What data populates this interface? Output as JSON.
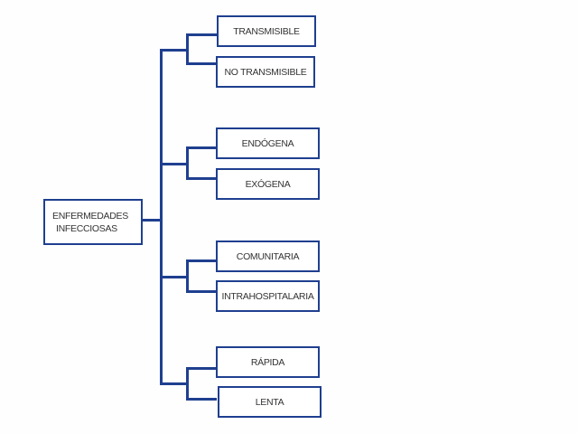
{
  "root": {
    "line1": "ENFERMEDADES",
    "line2": "INFECCIOSAS"
  },
  "groups": [
    {
      "children": [
        "TRANSMISIBLE",
        "NO TRANSMISIBLE"
      ]
    },
    {
      "children": [
        "ENDÓGENA",
        "EXÓGENA"
      ]
    },
    {
      "children": [
        "COMUNITARIA",
        "INTRAHOSPITALARIA"
      ]
    },
    {
      "children": [
        "RÁPIDA",
        "LENTA"
      ]
    }
  ],
  "colors": {
    "line": "#1f3f8f"
  }
}
